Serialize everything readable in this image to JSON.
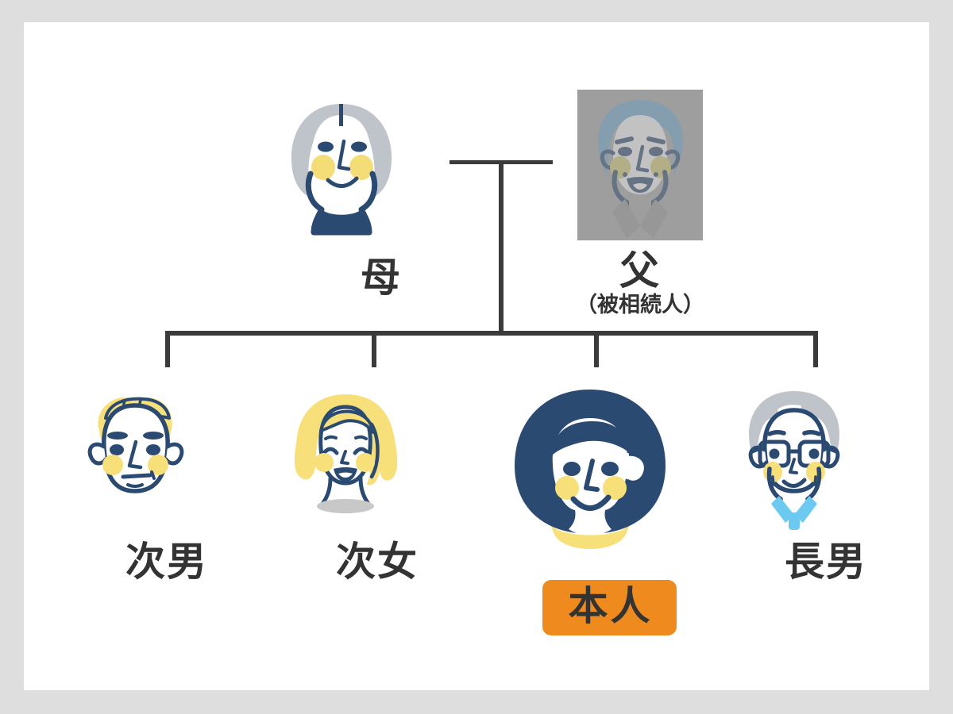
{
  "page": {
    "title": "相続関係図",
    "background_color": "#dedede",
    "card_color": "#ffffff"
  },
  "palette": {
    "navy": "#2a4a72",
    "yellow": "#f7df7a",
    "cheek_yellow": "#f4dc77",
    "gray_hair": "#bfc4cb",
    "line": "#3b3b3b",
    "badge_orange": "#ee8a1e",
    "label_text": "#333333",
    "photo_frame_gray": "#a8a8a8",
    "light_blue_hair": "#6fa8cf",
    "tie_blue": "#6ccaf0"
  },
  "family": {
    "mother": {
      "label": "母",
      "icon": "elderly-woman-avatar-icon",
      "deceased": false
    },
    "father": {
      "label": "父",
      "sublabel": "（被相続人）",
      "icon": "elderly-man-avatar-icon",
      "deceased": true,
      "frame": "memorial-photo-frame"
    },
    "children": [
      {
        "label": "次男",
        "icon": "blond-man-avatar-icon",
        "highlight": false,
        "badge": null
      },
      {
        "label": "次女",
        "icon": "blond-woman-avatar-icon",
        "highlight": false,
        "badge": null
      },
      {
        "label": "",
        "icon": "navy-bob-woman-avatar-icon",
        "highlight": true,
        "badge": "本人"
      },
      {
        "label": "長男",
        "icon": "glasses-man-avatar-icon",
        "highlight": false,
        "badge": null
      }
    ]
  },
  "connectors": {
    "marriage_line": "horizontal-line-between-parents",
    "parent_drop": "vertical-line-to-sibling-bar",
    "sibling_bar": "horizontal-line-across-children",
    "child_drops": 4
  }
}
